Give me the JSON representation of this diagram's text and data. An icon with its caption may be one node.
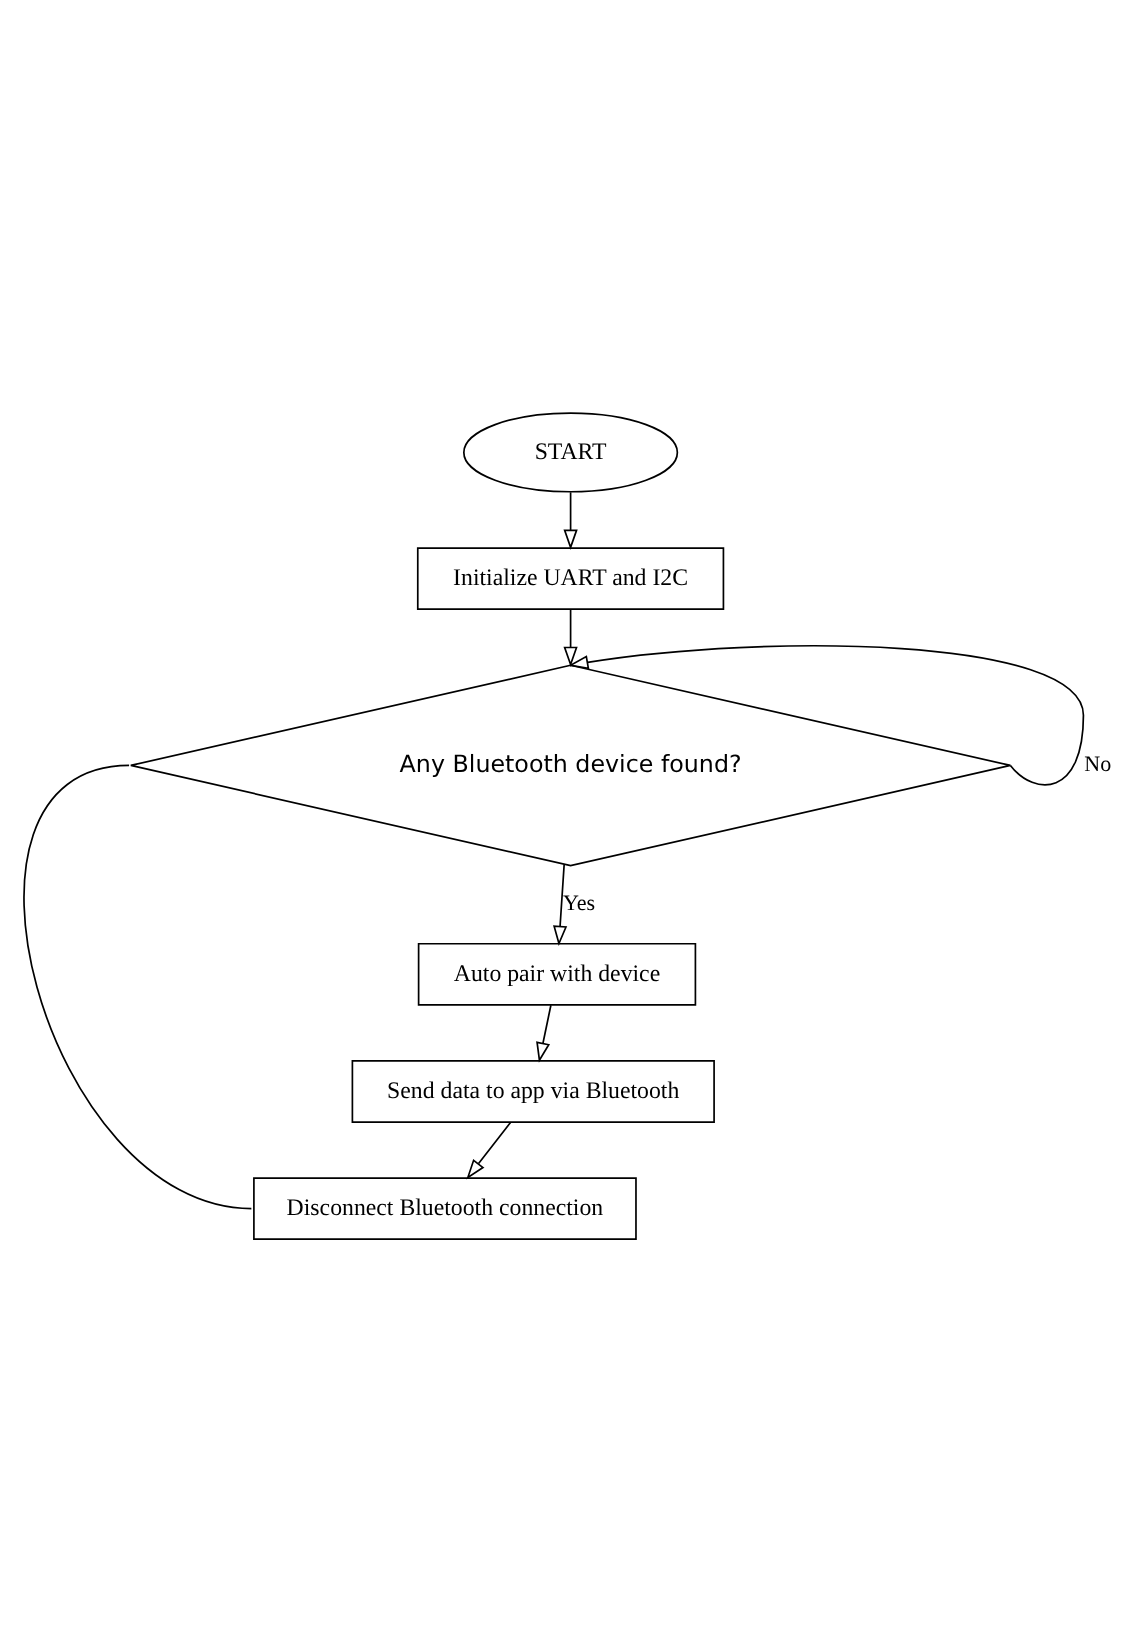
{
  "diagram": {
    "nodes": [
      {
        "text": [
          "START"
        ]
      },
      {
        "text": [
          "Initialize UART and I2C"
        ]
      },
      {
        "text": [
          "Any Bluetooth device found?"
        ]
      },
      {
        "text": [
          "Auto pair with device"
        ]
      },
      {
        "text": [
          "Send data to app via Bluetooth"
        ]
      },
      {
        "text": [
          "Disconnect Bluetooth connection"
        ]
      }
    ],
    "edges": [
      {
        "from": 0,
        "to": 1,
        "arrow": "to"
      },
      {
        "from": 1,
        "to": 2,
        "arrow": "to"
      },
      {
        "from": 2,
        "to": 3,
        "arrow": "to",
        "label": "Yes"
      },
      {
        "from": 3,
        "to": 4,
        "arrow": "to"
      },
      {
        "from": 4,
        "to": 5,
        "arrow": "to"
      },
      {
        "from": 2,
        "to": 2,
        "arrow": "to",
        "label": "No"
      },
      {
        "from": 2,
        "to": 5,
        "arrow": "none"
      }
    ]
  }
}
